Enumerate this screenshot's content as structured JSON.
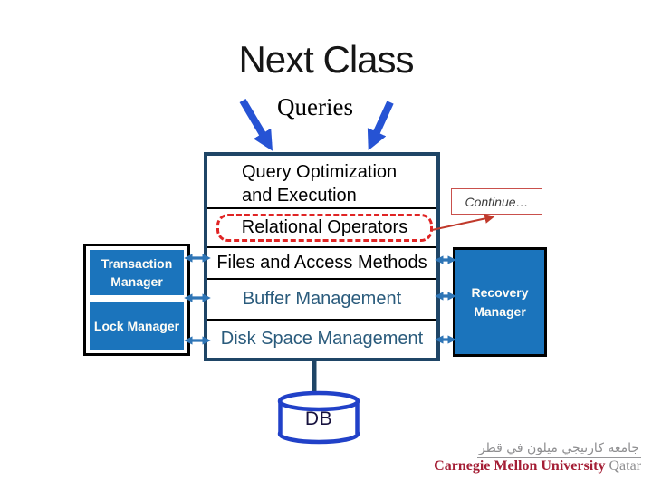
{
  "slide": {
    "title": "Next Class",
    "queries_label": "Queries",
    "continue_label": "Continue…"
  },
  "architecture": {
    "stack_sections": [
      {
        "label": "Query Optimization and Execution",
        "highlighted": false
      },
      {
        "label": "Relational Operators",
        "highlighted": true
      },
      {
        "label": "Files and Access Methods",
        "highlighted": false
      },
      {
        "label": "Buffer Management",
        "highlighted": false
      },
      {
        "label": "Disk Space Management",
        "highlighted": false
      }
    ],
    "left_boxes": [
      {
        "label": "Transaction Manager"
      },
      {
        "label": "Lock Manager"
      }
    ],
    "right_box": {
      "label": "Recovery Manager"
    },
    "database": {
      "label": "DB"
    }
  },
  "footer_logo": {
    "arabic": "جامعة كارنيجي ميلون في قطر",
    "name": "Carnegie Mellon University",
    "campus": "Qatar"
  },
  "colors": {
    "frame_navy": "#1F4566",
    "box_blue": "#1B74BC",
    "query_arrow_blue": "#2653D4",
    "link_arrow_blue": "#2E75B6",
    "highlight_red": "#E02424",
    "callout_red": "#C0392B",
    "cylinder_blue": "#2141C8",
    "section_text_navy": "#2A5B7C",
    "cmu_maroon": "#A41E35",
    "logo_gray": "#8E8E90"
  }
}
